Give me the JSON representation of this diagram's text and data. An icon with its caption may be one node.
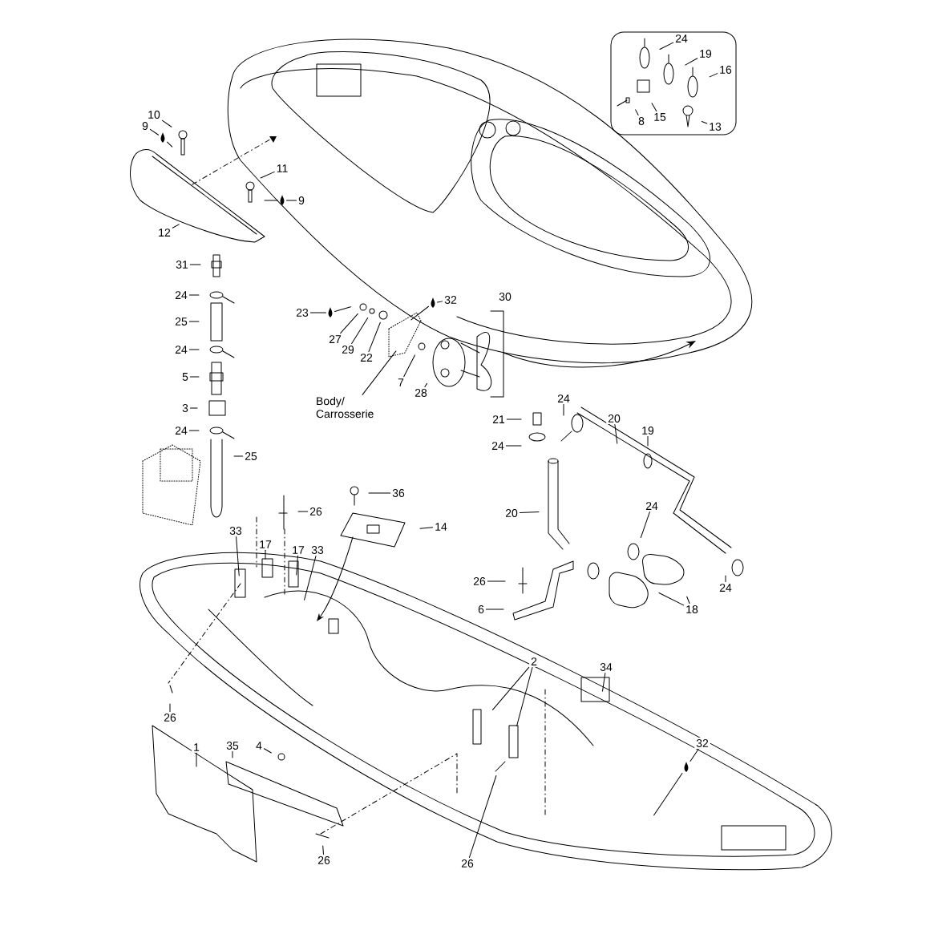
{
  "diagram": {
    "nodes": [
      {
        "text": [],
        "shape": "box"
      },
      {
        "text": [
          "24"
        ],
        "in": 0
      },
      {
        "text": [
          "19"
        ],
        "in": 0
      },
      {
        "text": [
          "16"
        ],
        "in": 0
      },
      {
        "text": [
          "8"
        ],
        "in": 0
      },
      {
        "text": [
          "15"
        ],
        "in": 0
      },
      {
        "text": [
          "13"
        ],
        "in": 0
      },
      {
        "text": [
          "10"
        ]
      },
      {
        "text": [
          "9"
        ]
      },
      {
        "text": [
          "11"
        ]
      },
      {
        "text": [
          "9"
        ]
      },
      {
        "text": [
          "12"
        ]
      },
      {
        "text": [
          "31"
        ]
      },
      {
        "text": [
          "24"
        ]
      },
      {
        "text": [
          "25"
        ]
      },
      {
        "text": [
          "24"
        ]
      },
      {
        "text": [
          "5"
        ]
      },
      {
        "text": [
          "3"
        ]
      },
      {
        "text": [
          "24"
        ]
      },
      {
        "text": [
          "25"
        ]
      },
      {
        "text": [
          "23"
        ]
      },
      {
        "text": [
          "27"
        ]
      },
      {
        "text": [
          "29"
        ]
      },
      {
        "text": [
          "22"
        ]
      },
      {
        "text": [
          "Body/ Carrosserie"
        ]
      },
      {
        "text": [
          "32"
        ]
      },
      {
        "text": [
          "7"
        ]
      },
      {
        "text": [
          "28"
        ]
      },
      {
        "text": [
          "21"
        ]
      },
      {
        "text": [
          "24"
        ]
      },
      {
        "text": [
          "24"
        ]
      },
      {
        "text": [
          "20"
        ]
      },
      {
        "text": [
          "19"
        ]
      },
      {
        "text": [
          "20"
        ]
      },
      {
        "text": [
          "24"
        ]
      },
      {
        "text": [
          "24"
        ]
      },
      {
        "text": [
          "26"
        ]
      },
      {
        "text": [
          "6"
        ]
      },
      {
        "text": [
          "18"
        ]
      },
      {
        "text": [
          "36"
        ]
      },
      {
        "text": [
          "26"
        ]
      },
      {
        "text": [
          "14"
        ]
      },
      {
        "text": [
          "33"
        ]
      },
      {
        "text": [
          "17"
        ]
      },
      {
        "text": [
          "17"
        ]
      },
      {
        "text": [
          "33"
        ]
      },
      {
        "text": [
          "26"
        ]
      },
      {
        "text": [
          "34"
        ]
      },
      {
        "text": [
          "2"
        ]
      },
      {
        "text": [
          "32"
        ]
      },
      {
        "text": [
          "1"
        ]
      },
      {
        "text": [
          "35"
        ]
      },
      {
        "text": [
          "4"
        ]
      },
      {
        "text": [
          "26"
        ]
      },
      {
        "text": [
          "26"
        ]
      },
      {
        "text": [],
        "shape": "picture"
      },
      {
        "text": [],
        "shape": "picture"
      },
      {
        "text": [],
        "shape": "picture"
      },
      {
        "text": [],
        "shape": "picture"
      },
      {
        "text": [],
        "shape": "picture"
      }
    ],
    "edges": [
      {
        "from": 1,
        "to": null,
        "arrow": "none"
      },
      {
        "from": 2,
        "to": null,
        "arrow": "none"
      },
      {
        "from": 3,
        "to": null,
        "arrow": "none"
      },
      {
        "from": 4,
        "to": null,
        "arrow": "none"
      },
      {
        "from": 5,
        "to": null,
        "arrow": "none"
      },
      {
        "from": 6,
        "to": null,
        "arrow": "none"
      },
      {
        "from": 7,
        "to": null,
        "arrow": "none"
      },
      {
        "from": 8,
        "to": 55,
        "arrow": "none"
      },
      {
        "from": 9,
        "to": null,
        "arrow": "none"
      },
      {
        "from": 10,
        "to": 56,
        "arrow": "none"
      },
      {
        "from": 11,
        "to": null,
        "arrow": "none"
      },
      {
        "from": 12,
        "to": null,
        "arrow": "none"
      },
      {
        "from": 13,
        "to": null,
        "arrow": "none"
      },
      {
        "from": 14,
        "to": null,
        "arrow": "none"
      },
      {
        "from": 15,
        "to": null,
        "arrow": "none"
      },
      {
        "from": 16,
        "to": null,
        "arrow": "none"
      },
      {
        "from": 17,
        "to": null,
        "arrow": "none"
      },
      {
        "from": 18,
        "to": null,
        "arrow": "none"
      },
      {
        "from": 19,
        "to": null,
        "arrow": "none"
      },
      {
        "from": 20,
        "to": 57,
        "arrow": "none"
      },
      {
        "from": 21,
        "to": null,
        "arrow": "none"
      },
      {
        "from": 22,
        "to": null,
        "arrow": "none"
      },
      {
        "from": 23,
        "to": null,
        "arrow": "none"
      },
      {
        "from": 24,
        "to": null,
        "arrow": "none"
      },
      {
        "from": 25,
        "to": 58,
        "arrow": "none"
      },
      {
        "from": 26,
        "to": null,
        "arrow": "none"
      },
      {
        "from": 27,
        "to": null,
        "arrow": "none"
      },
      {
        "from": 28,
        "to": null,
        "arrow": "none"
      },
      {
        "from": 29,
        "to": null,
        "arrow": "none"
      },
      {
        "from": 30,
        "to": null,
        "arrow": "none"
      },
      {
        "from": 31,
        "to": null,
        "arrow": "none"
      },
      {
        "from": 32,
        "to": null,
        "arrow": "none"
      },
      {
        "from": 33,
        "to": null,
        "arrow": "none"
      },
      {
        "from": 34,
        "to": null,
        "arrow": "none"
      },
      {
        "from": 35,
        "to": null,
        "arrow": "none"
      },
      {
        "from": 36,
        "to": null,
        "arrow": "none"
      },
      {
        "from": 37,
        "to": null,
        "arrow": "none"
      },
      {
        "from": 38,
        "to": null,
        "arrow": "none"
      },
      {
        "from": 38,
        "to": null,
        "arrow": "none"
      },
      {
        "from": 39,
        "to": null,
        "arrow": "none"
      },
      {
        "from": 40,
        "to": null,
        "arrow": "none"
      },
      {
        "from": 41,
        "to": null,
        "arrow": "none"
      },
      {
        "from": 42,
        "to": null,
        "arrow": "none"
      },
      {
        "from": 43,
        "to": null,
        "arrow": "none"
      },
      {
        "from": 44,
        "to": null,
        "arrow": "none"
      },
      {
        "from": 45,
        "to": null,
        "arrow": "none"
      },
      {
        "from": 46,
        "to": null,
        "arrow": "none"
      },
      {
        "from": 47,
        "to": null,
        "arrow": "none"
      },
      {
        "from": 48,
        "to": null,
        "arrow": "none"
      },
      {
        "from": 48,
        "to": null,
        "arrow": "none"
      },
      {
        "from": 49,
        "to": 59,
        "arrow": "none"
      },
      {
        "from": 50,
        "to": null,
        "arrow": "none"
      },
      {
        "from": 51,
        "to": null,
        "arrow": "none"
      },
      {
        "from": 52,
        "to": null,
        "arrow": "none"
      },
      {
        "from": 53,
        "to": null,
        "arrow": "none"
      },
      {
        "from": 54,
        "to": null,
        "arrow": "none"
      },
      {
        "from": 55,
        "to": null,
        "arrow": "none"
      },
      {
        "from": 56,
        "to": null,
        "arrow": "none"
      },
      {
        "from": 57,
        "to": null,
        "arrow": "none"
      },
      {
        "from": 58,
        "to": null,
        "arrow": "none"
      },
      {
        "from": 59,
        "to": null,
        "arrow": "none"
      }
    ],
    "labels": [
      "30"
    ]
  }
}
